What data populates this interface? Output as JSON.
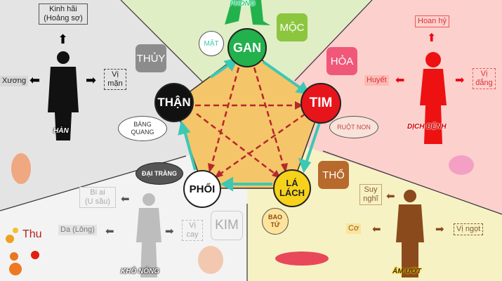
{
  "elements": {
    "moc": {
      "element": "MỘC",
      "organ": "GAN",
      "partner": "MẬT",
      "climate": "PHONG",
      "color": "#22b14c"
    },
    "hoa": {
      "element": "HỎA",
      "organ": "TIM",
      "partner": "RUỘT NON",
      "climate": "DỊCH BỆNH",
      "emotion": "Hoan hỷ",
      "tissue": "Huyết",
      "taste_line1": "Vị",
      "taste_line2": "đắng",
      "color": "#ff1a1a"
    },
    "tho": {
      "element": "THỔ",
      "organ_line1": "LÁ",
      "organ_line2": "LÁCH",
      "partner_line1": "BAO",
      "partner_line2": "TỬ",
      "climate": "ẨM ƯỚT",
      "emotion_line1": "Suy",
      "emotion_line2": "nghĩ",
      "tissue": "Cơ",
      "taste": "Vị ngọt",
      "color": "#8a4a1c"
    },
    "kim": {
      "element": "KIM",
      "organ": "PHỔI",
      "partner": "ĐẠI TRÀNG",
      "climate": "KHÔ NÓNG",
      "season": "Thu",
      "emotion_line1": "Bi ai",
      "emotion_line2": "(U sầu)",
      "tissue": "Da (Lông)",
      "taste_line1": "Vị",
      "taste_line2": "cay",
      "color": "#b0b0b0"
    },
    "thuy": {
      "element": "THỦY",
      "organ": "THẬN",
      "partner_line1": "BÀNG",
      "partner_line2": "QUANG",
      "climate": "HÀN",
      "emotion_line1": "Kinh hãi",
      "emotion_line2": "(Hoảng sợ)",
      "tissue": "Xương",
      "taste_line1": "Vị",
      "taste_line2": "mặn",
      "color": "#111111"
    }
  }
}
